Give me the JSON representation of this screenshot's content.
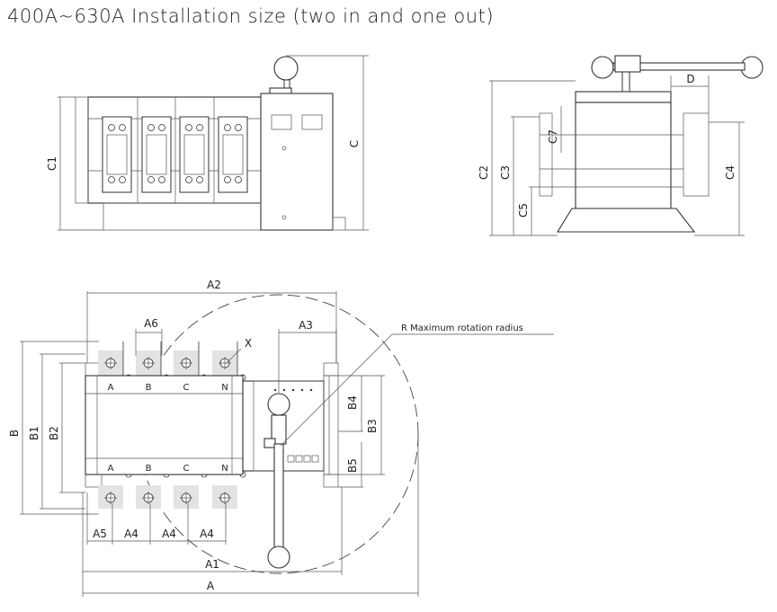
{
  "title": "400A~630A Installation size (two in and one out)",
  "front_view": {
    "dim_C1": "C1",
    "dim_C": "C"
  },
  "side_view": {
    "dim_C2": "C2",
    "dim_C3": "C3",
    "dim_C4": "C4",
    "dim_C5": "C5",
    "dim_C7": "C7",
    "dim_D": "D"
  },
  "top_view": {
    "dim_A2": "A2",
    "dim_A6": "A6",
    "dim_A3": "A3",
    "dim_A1": "A1",
    "dim_A": "A",
    "dim_A5": "A5",
    "dim_A4_1": "A4",
    "dim_A4_2": "A4",
    "dim_A4_3": "A4",
    "dim_B": "B",
    "dim_B1": "B1",
    "dim_B2": "B2",
    "dim_B3": "B3",
    "dim_B4": "B4",
    "dim_B5": "B5",
    "hole_X": "X",
    "radius_note": "R Maximum rotation radius",
    "phases_top": [
      "A",
      "B",
      "C",
      "N"
    ],
    "phases_bottom": [
      "A",
      "B",
      "C",
      "N"
    ]
  }
}
